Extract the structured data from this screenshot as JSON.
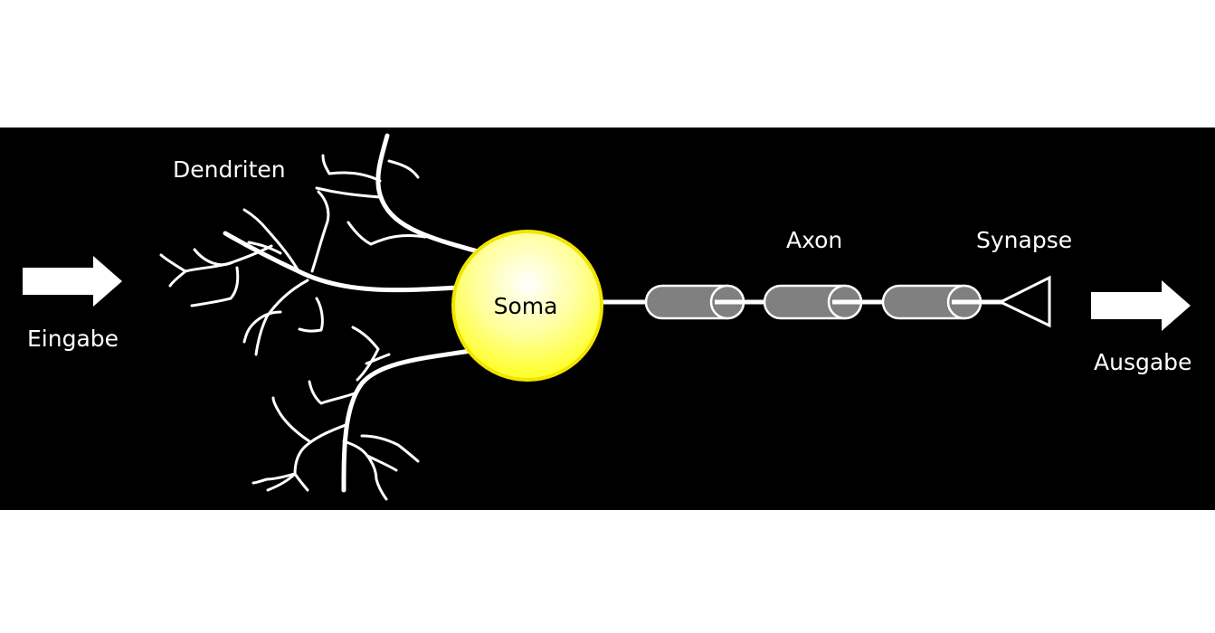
{
  "labels": {
    "input": "Eingabe",
    "dendrites": "Dendriten",
    "soma": "Soma",
    "axon": "Axon",
    "synapse": "Synapse",
    "output": "Ausgabe"
  },
  "colors": {
    "background": "#000000",
    "page": "#ffffff",
    "soma_fill_top": "#ffffff",
    "soma_fill_bottom": "#ffff33",
    "soma_stroke": "#f2e600",
    "myelin": "#808080",
    "line": "#ffffff"
  }
}
